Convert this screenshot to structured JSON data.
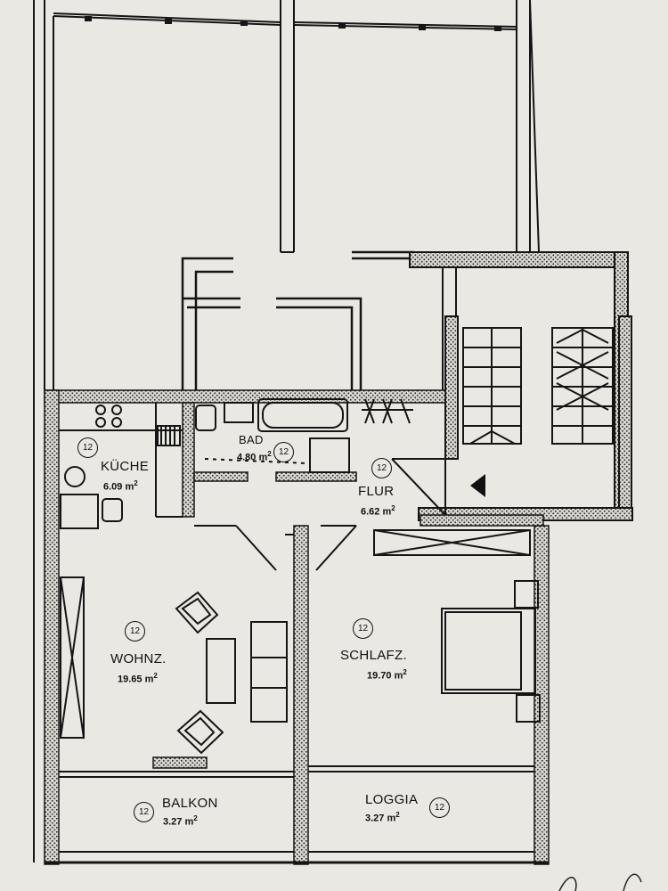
{
  "plan": {
    "background_color": "#e9e8e3",
    "wall_color": "#161616",
    "rooms": [
      {
        "id": "kueche",
        "name": "KÜCHE",
        "area": "6.09 m",
        "sup": "2",
        "tag": "12"
      },
      {
        "id": "bad",
        "name": "BAD",
        "area": "4.80 m",
        "sup": "2",
        "tag": "12"
      },
      {
        "id": "flur",
        "name": "FLUR",
        "area": "6.62 m",
        "sup": "2",
        "tag": "12"
      },
      {
        "id": "wohnz",
        "name": "WOHNZ.",
        "area": "19.65 m",
        "sup": "2",
        "tag": "12"
      },
      {
        "id": "schlafz",
        "name": "SCHLAFZ.",
        "area": "19.70 m",
        "sup": "2",
        "tag": "12"
      },
      {
        "id": "balkon",
        "name": "BALKON",
        "area": "3.27 m",
        "sup": "2",
        "tag": "12"
      },
      {
        "id": "loggia",
        "name": "LOGGIA",
        "area": "3.27 m",
        "sup": "2",
        "tag": "12"
      }
    ]
  }
}
